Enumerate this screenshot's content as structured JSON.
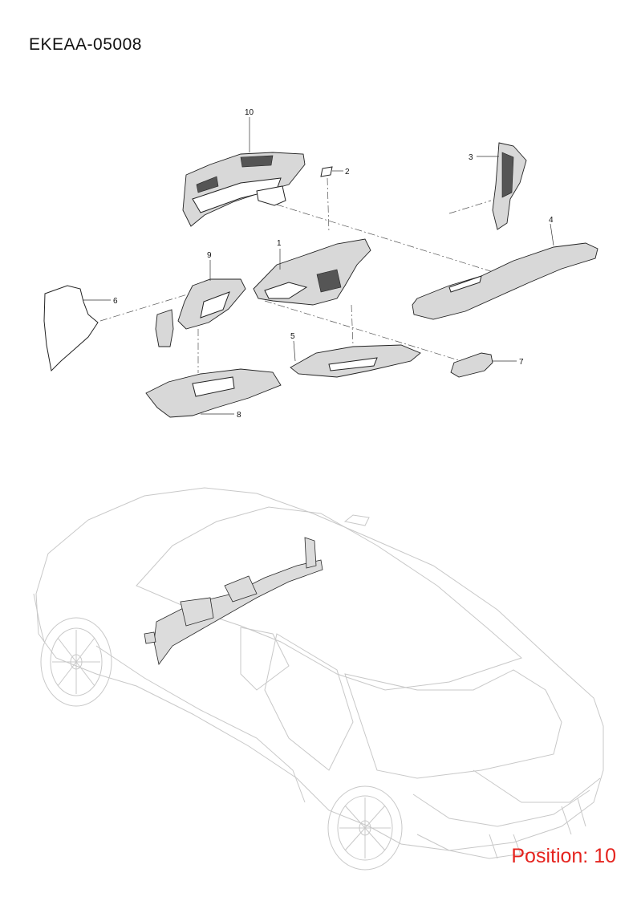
{
  "document": {
    "code": "EKEAA-05008"
  },
  "position_label": "Position: 10",
  "callouts": [
    "10",
    "2",
    "3",
    "4",
    "1",
    "9",
    "6",
    "5",
    "7",
    "8"
  ],
  "colors": {
    "position_text": "#e5241f",
    "line": "#222222",
    "car_outline": "#c8c8c8"
  }
}
